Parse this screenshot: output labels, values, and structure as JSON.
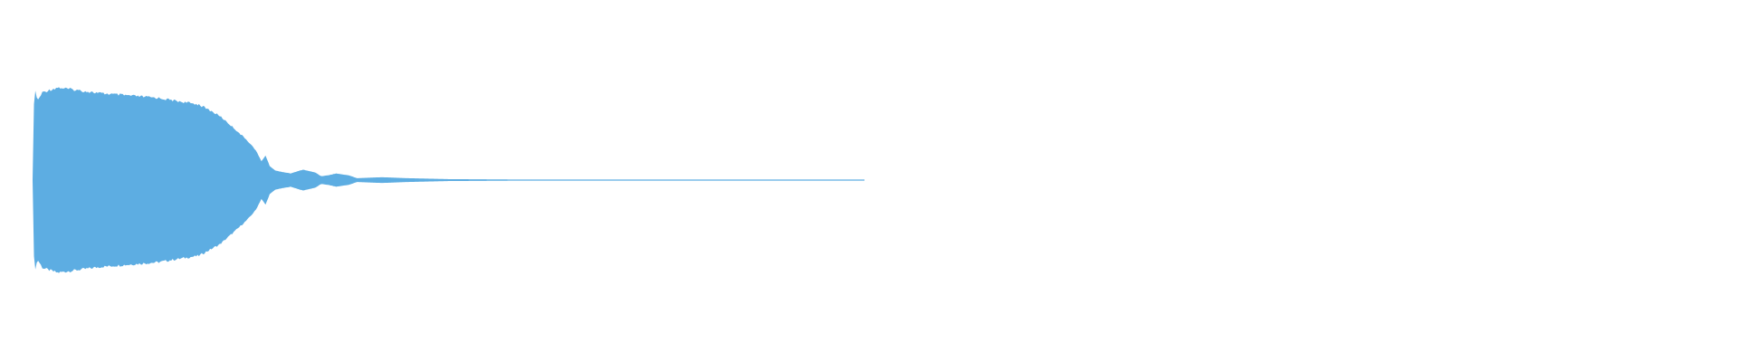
{
  "waveform": {
    "color": "#5dade2",
    "background": "#ffffff",
    "description_of_shape": "",
    "amplitude_envelope": [
      [
        0.0,
        0.0
      ],
      [
        0.002,
        0.98
      ],
      [
        0.006,
        0.84
      ],
      [
        0.012,
        0.93
      ],
      [
        0.03,
        0.98
      ],
      [
        0.08,
        0.92
      ],
      [
        0.15,
        0.87
      ],
      [
        0.2,
        0.8
      ],
      [
        0.225,
        0.68
      ],
      [
        0.242,
        0.55
      ],
      [
        0.258,
        0.42
      ],
      [
        0.268,
        0.32
      ],
      [
        0.275,
        0.2
      ],
      [
        0.28,
        0.26
      ],
      [
        0.285,
        0.15
      ],
      [
        0.292,
        0.1
      ],
      [
        0.31,
        0.07
      ],
      [
        0.325,
        0.11
      ],
      [
        0.34,
        0.08
      ],
      [
        0.347,
        0.04
      ],
      [
        0.355,
        0.05
      ],
      [
        0.365,
        0.07
      ],
      [
        0.38,
        0.05
      ],
      [
        0.39,
        0.02
      ],
      [
        0.42,
        0.03
      ],
      [
        0.45,
        0.02
      ],
      [
        0.5,
        0.01
      ],
      [
        0.6,
        0.005
      ],
      [
        0.7,
        0.003
      ],
      [
        1.0,
        0.0
      ]
    ]
  }
}
